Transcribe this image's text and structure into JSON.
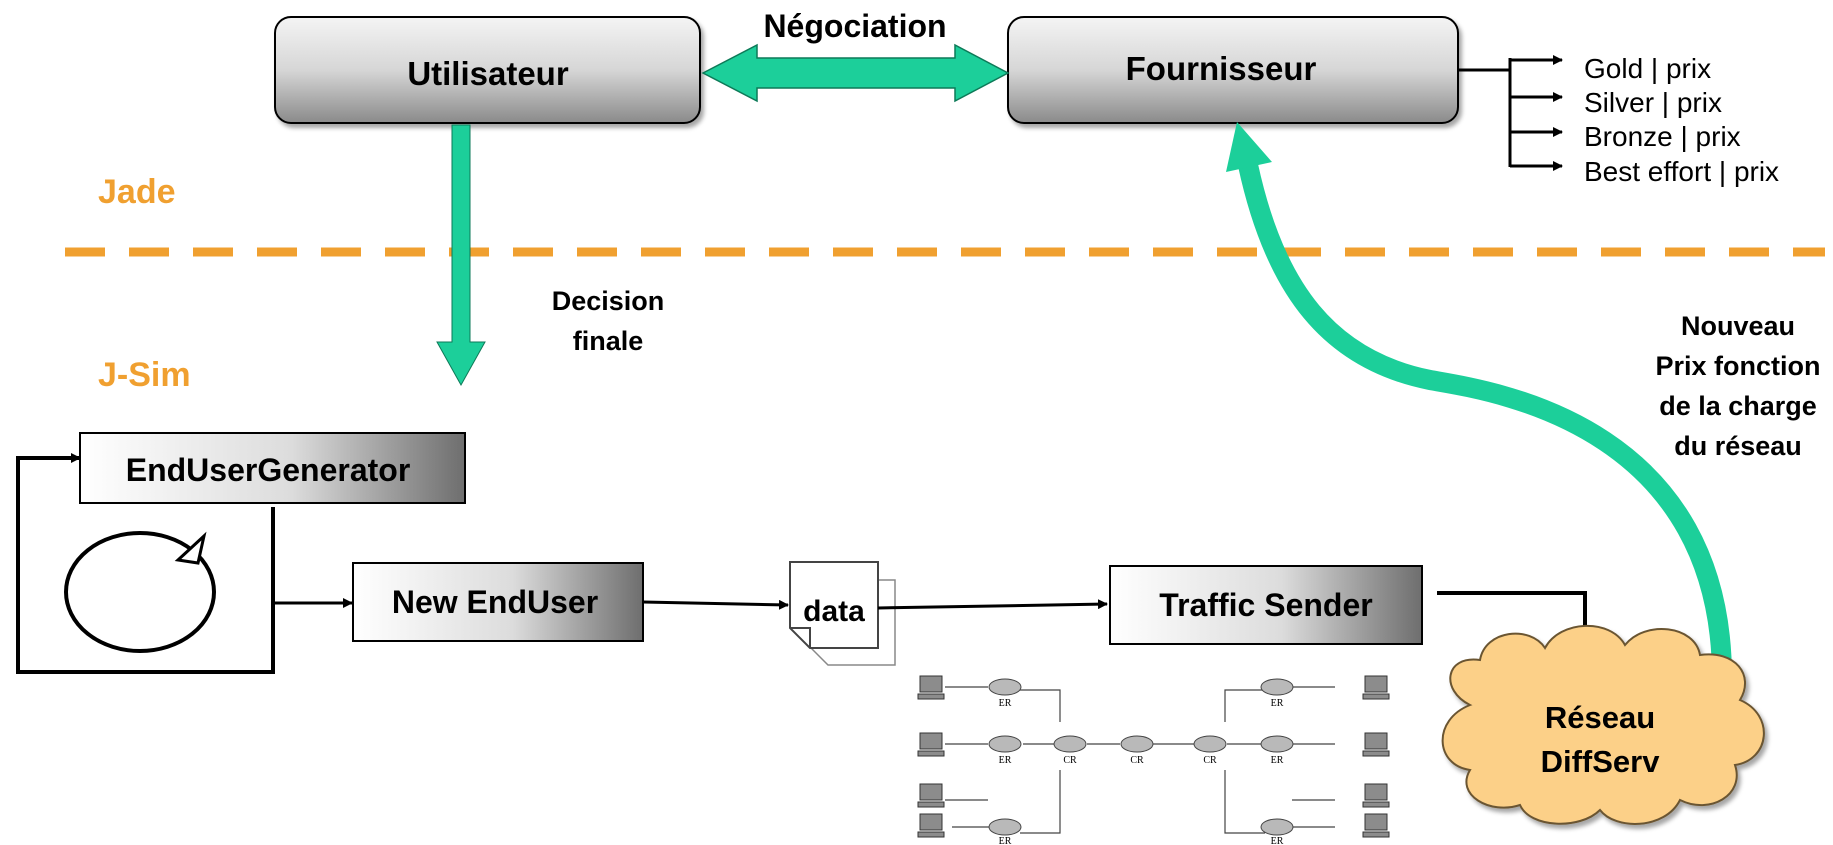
{
  "layers": {
    "jade": "Jade",
    "jsim": "J-Sim"
  },
  "boxes": {
    "utilisateur": "Utilisateur",
    "fournisseur": "Fournisseur",
    "generator": "EndUserGenerator",
    "new_enduser": "New EndUser",
    "traffic_sender": "Traffic Sender",
    "data": "data"
  },
  "arrows": {
    "negociation": "Négociation",
    "decision_line1": "Decision",
    "decision_line2": "finale"
  },
  "offers": [
    "Gold | prix",
    "Silver | prix",
    "Bronze | prix",
    "Best effort | prix"
  ],
  "cloud": {
    "line1": "Réseau",
    "line2": "DiffServ"
  },
  "new_price": [
    "Nouveau",
    "Prix fonction",
    "de la charge",
    "du réseau"
  ],
  "network": {
    "edge_router": "ER",
    "core_router": "CR"
  },
  "colors": {
    "accent_green": "#1ccf9a",
    "layer_orange": "#f0a030"
  }
}
